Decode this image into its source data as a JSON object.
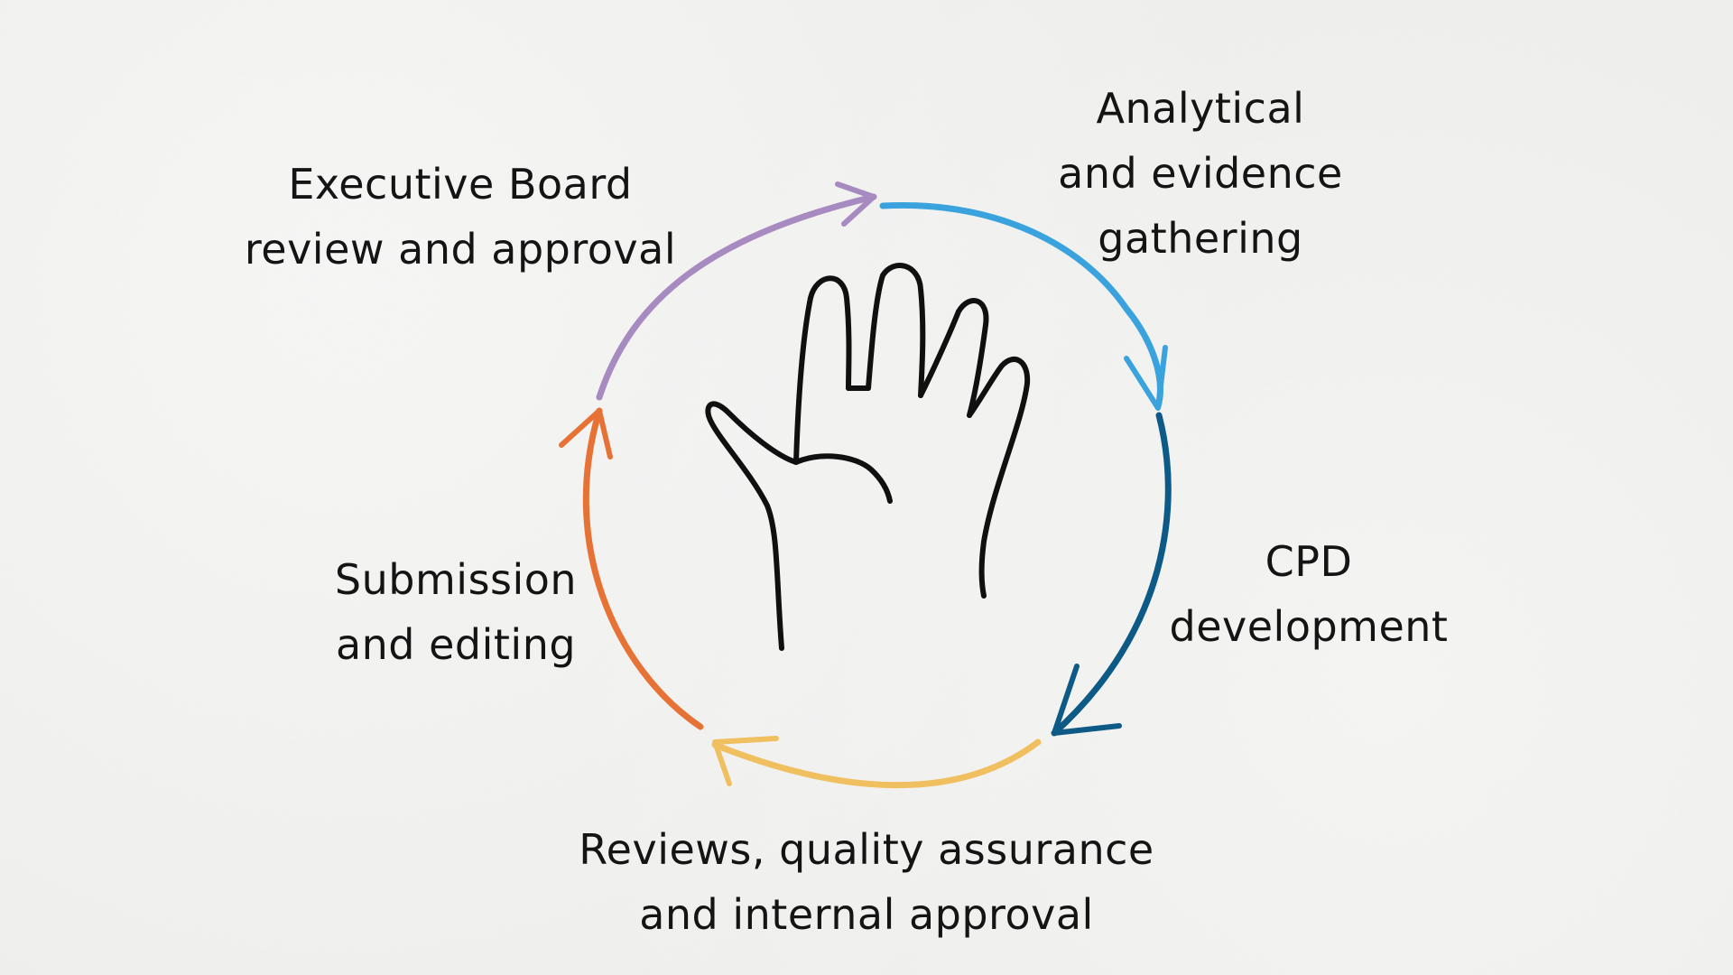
{
  "steps": [
    {
      "id": "analytical",
      "lines": [
        "Analytical",
        "and evidence",
        "gathering"
      ],
      "color": "#3aa2dc"
    },
    {
      "id": "cpd",
      "lines": [
        "CPD",
        "development"
      ],
      "color": "#0d5a86"
    },
    {
      "id": "reviews",
      "lines": [
        "Reviews, quality assurance",
        "and internal approval"
      ],
      "color": "#f0c060"
    },
    {
      "id": "submission",
      "lines": [
        "Submission",
        "and editing"
      ],
      "color": "#e77235"
    },
    {
      "id": "executive",
      "lines": [
        "Executive Board",
        "review and approval"
      ],
      "color": "#a68ac0"
    }
  ],
  "icons": {
    "center": "raised-hand-icon"
  },
  "colors": {
    "background": "#efefed",
    "text": "#141414",
    "hand_outline": "#101010"
  }
}
